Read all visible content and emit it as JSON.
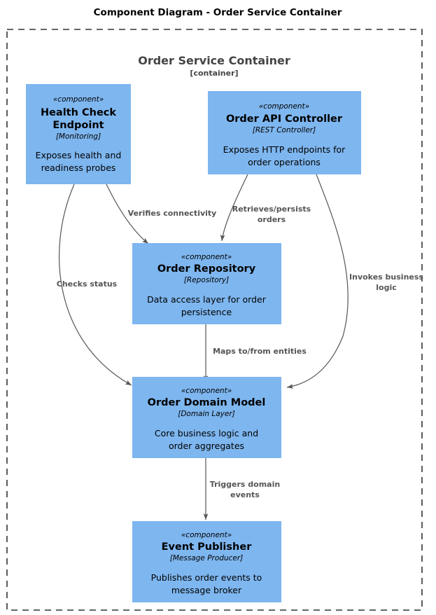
{
  "title": "Component Diagram - Order Service Container",
  "container": {
    "name": "Order Service Container",
    "subtitle": "[container]"
  },
  "style": {
    "component_fill": "#7EB6EF",
    "edge_color": "#555555",
    "boundary_color": "#333333",
    "title_color": "#000000",
    "container_label_color": "#444444"
  },
  "components": [
    {
      "id": "health-check-endpoint",
      "stereotype": "«component»",
      "name_line1": "Health Check",
      "name_line2": "Endpoint",
      "technology": "[Monitoring]",
      "desc_line1": "Exposes health and",
      "desc_line2": "readiness probes"
    },
    {
      "id": "order-api-controller",
      "stereotype": "«component»",
      "name_line1": "Order API Controller",
      "name_line2": "",
      "technology": "[REST Controller]",
      "desc_line1": "Exposes HTTP endpoints for",
      "desc_line2": "order operations"
    },
    {
      "id": "order-repository",
      "stereotype": "«component»",
      "name_line1": "Order Repository",
      "name_line2": "",
      "technology": "[Repository]",
      "desc_line1": "Data access layer for order",
      "desc_line2": "persistence"
    },
    {
      "id": "order-domain-model",
      "stereotype": "«component»",
      "name_line1": "Order Domain Model",
      "name_line2": "",
      "technology": "[Domain Layer]",
      "desc_line1": "Core business logic and",
      "desc_line2": "order aggregates"
    },
    {
      "id": "event-publisher",
      "stereotype": "«component»",
      "name_line1": "Event Publisher",
      "name_line2": "",
      "technology": "[Message Producer]",
      "desc_line1": "Publishes order events to",
      "desc_line2": "message broker"
    }
  ],
  "edges": [
    {
      "id": "verifies-connectivity",
      "from": "health-check-endpoint",
      "to": "order-repository",
      "label_line1": "Verifies connectivity",
      "label_line2": ""
    },
    {
      "id": "checks-status",
      "from": "health-check-endpoint",
      "to": "order-domain-model",
      "label_line1": "Checks status",
      "label_line2": ""
    },
    {
      "id": "retrieves-persists-orders",
      "from": "order-api-controller",
      "to": "order-repository",
      "label_line1": "Retrieves/persists",
      "label_line2": "orders"
    },
    {
      "id": "invokes-business-logic",
      "from": "order-api-controller",
      "to": "order-domain-model",
      "label_line1": "Invokes business",
      "label_line2": "logic"
    },
    {
      "id": "maps-to-from-entities",
      "from": "order-repository",
      "to": "order-domain-model",
      "label_line1": "Maps to/from entities",
      "label_line2": ""
    },
    {
      "id": "triggers-domain-events",
      "from": "order-domain-model",
      "to": "event-publisher",
      "label_line1": "Triggers domain",
      "label_line2": "events"
    }
  ]
}
